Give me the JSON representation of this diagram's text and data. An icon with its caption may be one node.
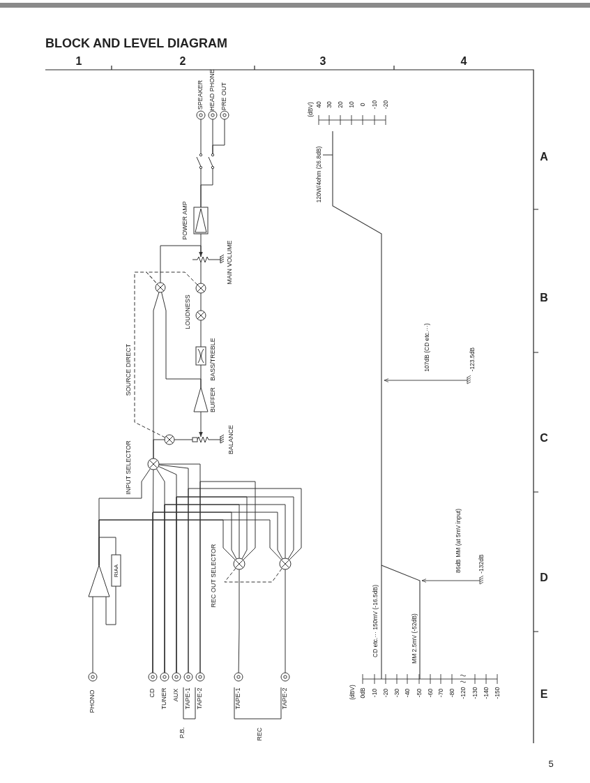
{
  "diagram": {
    "title": "BLOCK AND LEVEL DIAGRAM",
    "nodes": [
      {
        "text": [
          "PHONO"
        ]
      },
      {
        "text": [
          "CD"
        ]
      },
      {
        "text": [
          "TUNER"
        ]
      },
      {
        "text": [
          "AUX"
        ]
      },
      {
        "text": [
          "TAPE-1"
        ]
      },
      {
        "text": [
          "TAPE-2"
        ]
      },
      {
        "text": [
          "TAPE-1"
        ]
      },
      {
        "text": [
          "TAPE-2"
        ]
      },
      {
        "text": [],
        "shape": "triangle"
      },
      {
        "text": [
          "RIAA"
        ]
      },
      {
        "text": [
          "INPUT SELECTOR"
        ]
      },
      {
        "text": [],
        "shape": "circle"
      },
      {
        "text": [],
        "shape": "circle"
      },
      {
        "text": [],
        "shape": "circle"
      },
      {
        "text": [
          "BALANCE"
        ]
      },
      {
        "text": [
          "BUFFER"
        ]
      },
      {
        "text": [
          "BASS/TREBLE"
        ]
      },
      {
        "text": [
          "LOUDNESS"
        ]
      },
      {
        "text": [],
        "shape": "circle"
      },
      {
        "text": [],
        "shape": "circle"
      },
      {
        "text": [
          "MAIN VOLUME"
        ]
      },
      {
        "text": [
          "POWER AMP"
        ]
      },
      {
        "text": [],
        "shape": "switch"
      },
      {
        "text": [],
        "shape": "switch"
      },
      {
        "text": [
          "SPEAKER"
        ]
      },
      {
        "text": [
          "HEAD PHONE"
        ]
      },
      {
        "text": [
          "PRE OUT"
        ]
      }
    ],
    "edges": [
      {
        "from": 0,
        "to": 8,
        "arrow": "none"
      },
      {
        "from": 8,
        "to": 9,
        "arrow": "none"
      },
      {
        "from": 9,
        "to": 8,
        "arrow": "none"
      },
      {
        "from": 8,
        "to": 10,
        "arrow": "none"
      },
      {
        "from": 1,
        "to": 10,
        "arrow": "none"
      },
      {
        "from": 2,
        "to": 10,
        "arrow": "none"
      },
      {
        "from": 3,
        "to": 10,
        "arrow": "none"
      },
      {
        "from": 4,
        "to": 10,
        "arrow": "none"
      },
      {
        "from": 5,
        "to": 10,
        "arrow": "none"
      },
      {
        "from": 8,
        "to": 11,
        "arrow": "none"
      },
      {
        "from": 1,
        "to": 11,
        "arrow": "none"
      },
      {
        "from": 2,
        "to": 11,
        "arrow": "none"
      },
      {
        "from": 3,
        "to": 11,
        "arrow": "none"
      },
      {
        "from": 5,
        "to": 11,
        "arrow": "none"
      },
      {
        "from": 8,
        "to": 12,
        "arrow": "none"
      },
      {
        "from": 1,
        "to": 12,
        "arrow": "none"
      },
      {
        "from": 2,
        "to": 12,
        "arrow": "none"
      },
      {
        "from": 3,
        "to": 12,
        "arrow": "none"
      },
      {
        "from": 4,
        "to": 12,
        "arrow": "none"
      },
      {
        "from": 11,
        "to": 6,
        "arrow": "none"
      },
      {
        "from": 12,
        "to": 7,
        "arrow": "none"
      },
      {
        "from": 11,
        "to": 12,
        "arrow": "none",
        "style": "dashed"
      },
      {
        "from": 10,
        "to": 13,
        "arrow": "none"
      },
      {
        "from": 13,
        "to": 14,
        "arrow": "none"
      },
      {
        "from": 15,
        "to": 14,
        "arrow": "to"
      },
      {
        "from": 15,
        "to": 16,
        "arrow": "none"
      },
      {
        "from": 16,
        "to": 17,
        "arrow": "none"
      },
      {
        "from": 17,
        "to": 18,
        "arrow": "none"
      },
      {
        "from": 18,
        "to": 20,
        "arrow": "none"
      },
      {
        "from": 21,
        "to": 20,
        "arrow": "to"
      },
      {
        "from": 10,
        "to": 19,
        "arrow": "none"
      },
      {
        "from": 15,
        "to": 19,
        "arrow": "none"
      },
      {
        "from": 19,
        "to": 20,
        "arrow": "none"
      },
      {
        "from": 21,
        "to": 22,
        "arrow": "none"
      },
      {
        "from": 21,
        "to": 23,
        "arrow": "none"
      },
      {
        "from": 22,
        "to": 24,
        "arrow": "none"
      },
      {
        "from": 23,
        "to": 25,
        "arrow": "none"
      },
      {
        "from": 23,
        "to": 26,
        "arrow": "none"
      },
      {
        "from": 13,
        "to": 19,
        "arrow": "none",
        "style": "dashed"
      },
      {
        "from": 18,
        "to": 19,
        "arrow": "none",
        "style": "dashed"
      }
    ],
    "labels": [
      "1",
      "2",
      "3",
      "4",
      "A",
      "B",
      "C",
      "D",
      "E",
      "(dBV)",
      "40",
      "30",
      "20",
      "10",
      "0",
      "-10",
      "-20",
      "120W/4ohm (26.8dB)",
      "SOURCE DIRECT",
      "107dB (CD etc.···)",
      "-123.5dB",
      "REC OUT SELECTOR",
      "86dB MM (at 5mV input)",
      "-132dB",
      "CD etc.··· 150mV (-16.5dB)",
      "MM 2.5mV (-52dB)",
      "(dBV)",
      "0dB",
      "-10",
      "-20",
      "-30",
      "-40",
      "-50",
      "-60",
      "-70",
      "-80",
      "-120",
      "-130",
      "-140",
      "-150",
      "P.B.",
      "REC",
      "5"
    ]
  }
}
